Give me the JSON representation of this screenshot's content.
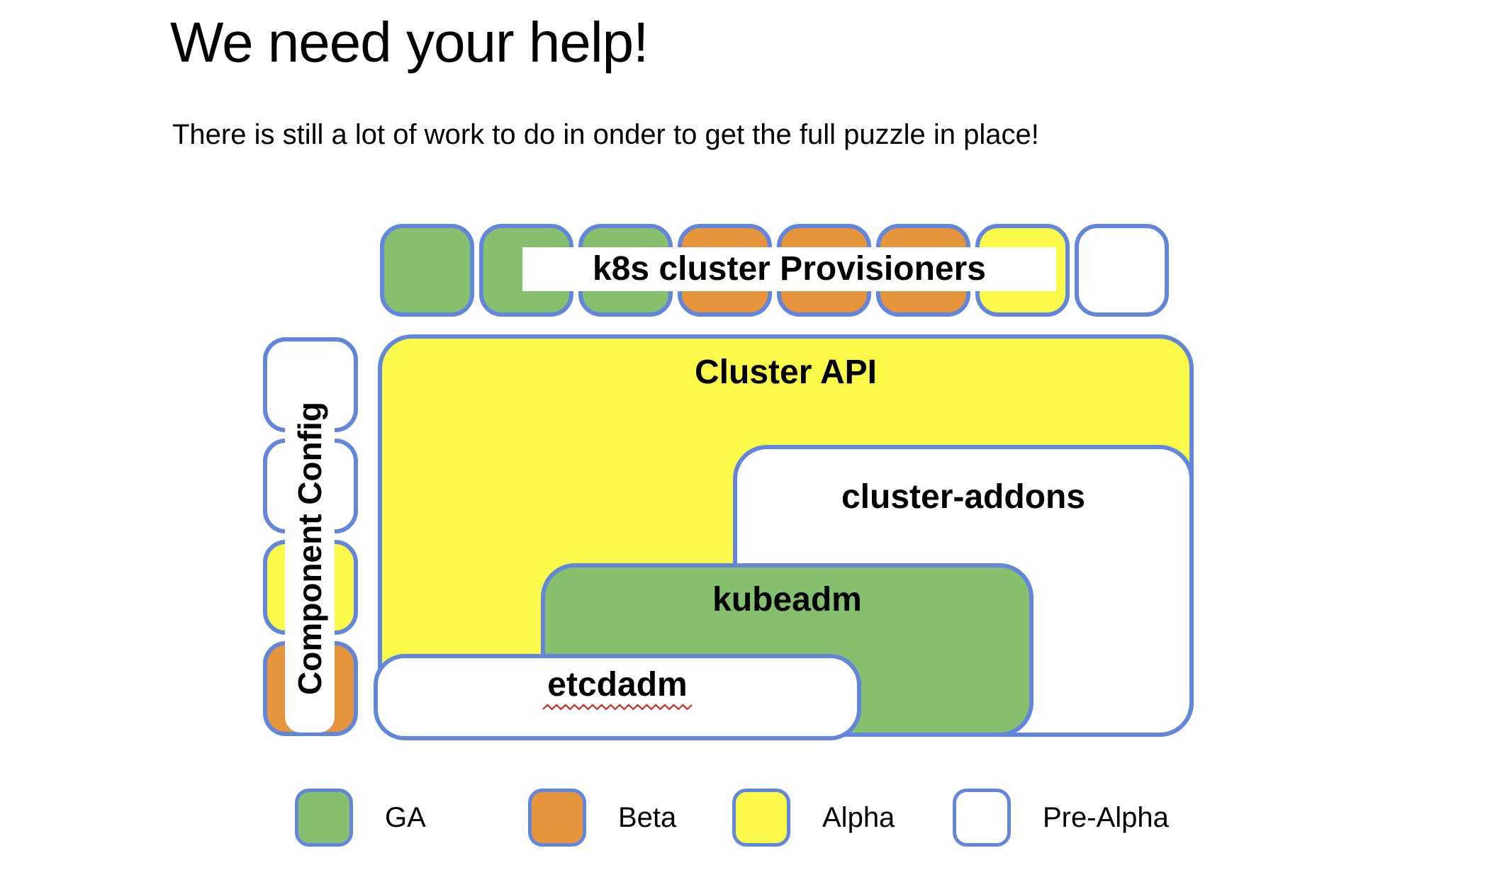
{
  "slide": {
    "title": "We need your help!",
    "subtitle": "There is still a lot of work to do in onder to get the full puzzle in place!"
  },
  "diagram": {
    "provisioners": {
      "label": "k8s cluster Provisioners",
      "pieces": [
        "ga",
        "ga",
        "ga",
        "beta",
        "beta",
        "beta",
        "alpha",
        "pre-alpha"
      ]
    },
    "component_config": {
      "label": "Component Config",
      "pieces": [
        "pre-alpha",
        "pre-alpha",
        "alpha",
        "beta"
      ]
    },
    "cluster_api": {
      "label": "Cluster API",
      "status": "alpha"
    },
    "cluster_addons": {
      "label": "cluster-addons",
      "status": "pre-alpha"
    },
    "kubeadm": {
      "label": "kubeadm",
      "status": "ga"
    },
    "etcdadm": {
      "label": "etcdadm",
      "status": "pre-alpha",
      "spellcheck_underline": true
    }
  },
  "legend": {
    "items": [
      {
        "label": "GA",
        "status": "ga"
      },
      {
        "label": "Beta",
        "status": "beta"
      },
      {
        "label": "Alpha",
        "status": "alpha"
      },
      {
        "label": "Pre-Alpha",
        "status": "pre-alpha"
      }
    ]
  },
  "colors": {
    "ga": "#85c06e",
    "beta": "#e6953c",
    "alpha": "#fbfa4b",
    "pre-alpha": "#ffffff",
    "border": "#6186dc",
    "squiggle": "#c4372f",
    "text": "#000000"
  }
}
